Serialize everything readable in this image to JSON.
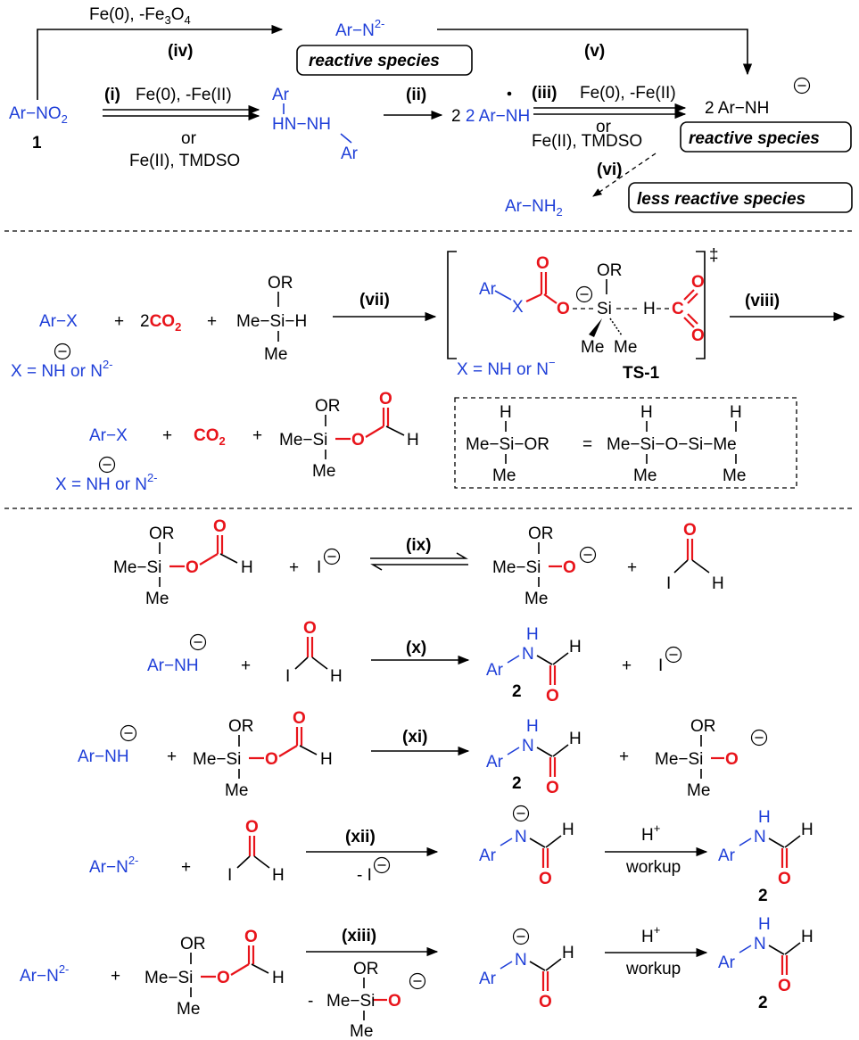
{
  "top": {
    "ar_no2": "Ar−NO",
    "ar_no2_sub": "2",
    "compound_1": "1",
    "step_i": "(i)",
    "fe0_minus_fe2": "Fe(0), -Fe(II)",
    "or": "or",
    "fe2_tmdso": "Fe(II), TMDSO",
    "step_ii": "(ii)",
    "step_iii": "(iii)",
    "step_iv": "(iv)",
    "step_v": "(v)",
    "step_vi": "(vi)",
    "fe0_minus_fe3o4": "Fe(0), -Fe",
    "fe3o4_sub": "3",
    "fe3o4_o": "O",
    "fe3o4_sub2": "4",
    "arn2": "Ar−N",
    "sup_2minus": "2-",
    "reactive_species": "reactive species",
    "less_reactive_species": "less reactive species",
    "hydrazo_ar": "Ar",
    "hydrazo_hn_nh": "HN−NH",
    "two_ar_nh_radical": "2 Ar−NH",
    "two_ar_nh_anion": "2  Ar−NH",
    "ar_nh2": "Ar−NH",
    "nh2_sub": "2"
  },
  "middle": {
    "ar_x": "Ar−X",
    "plus": "+",
    "two": "2",
    "co2": "CO",
    "co2_sub": "2",
    "or_label": "OR",
    "me": "Me",
    "si": "Si",
    "h": "H",
    "me_si_h": "Me−Si−H",
    "x_def": "X = NH or N",
    "x_def_ts": "X = NH or N",
    "sup_minus": "−",
    "step_vii": "(vii)",
    "step_viii": "(viii)",
    "ts_label": "TS-1",
    "ts_ar": "Ar",
    "ts_x": "X",
    "ts_o": "O",
    "ts_c": "C",
    "dagger": "‡",
    "product_me_si": "Me−Si",
    "box_me_si_or": "Me−Si−OR",
    "equals": "=",
    "box_siloxane": "Me−Si−O−Si−Me"
  },
  "bottom": {
    "step_ix": "(ix)",
    "step_x": "(x)",
    "step_xi": "(xi)",
    "step_xii": "(xii)",
    "step_xiii": "(xiii)",
    "i_anion": "I",
    "minus_i": "- I",
    "minus": "-",
    "i": "I",
    "h": "H",
    "n": "N",
    "o": "O",
    "ar": "Ar",
    "ar_nh": "Ar−NH",
    "ar_n2": "Ar−N",
    "me_si": "Me−Si",
    "h_plus": "H",
    "sup_plus": "+",
    "workup": "workup",
    "compound_2": "2"
  }
}
